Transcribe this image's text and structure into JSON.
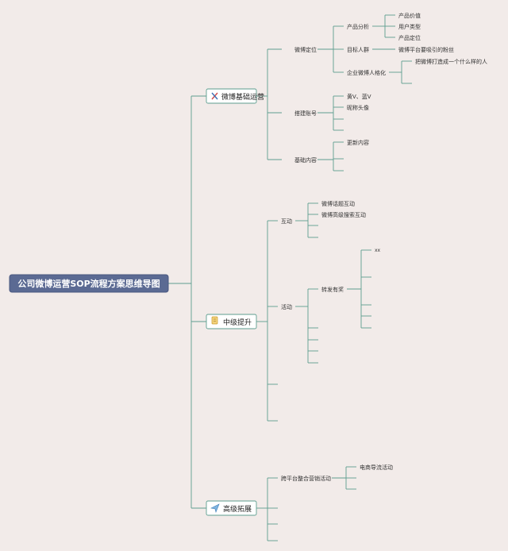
{
  "title": "公司微博运营SOP流程方案思维导图",
  "colors": {
    "background": "#f2ebe9",
    "root_fill": "#5b6a93",
    "branch_line": "#5d9e8f",
    "node_border": "#5d9e8f"
  },
  "branches": [
    {
      "label": "微博基础运营",
      "icon": "tools-icon",
      "children": [
        {
          "label": "微博定位",
          "children": [
            {
              "label": "产品分析",
              "children": [
                "产品价值",
                "用户类型",
                "产品定位"
              ]
            },
            {
              "label": "目标人群",
              "children": [
                "微博平台要吸引的粉丝"
              ]
            },
            {
              "label": "企业微博人格化",
              "children": [
                "把微博打造成一个什么样的人",
                ""
              ]
            }
          ]
        },
        {
          "label": "搭建账号",
          "children": [
            "黄V、蓝V",
            "昵称头像",
            "",
            ""
          ]
        },
        {
          "label": "基础内容",
          "children": [
            "更新内容",
            "",
            ""
          ]
        }
      ]
    },
    {
      "label": "中级提升",
      "icon": "note-icon",
      "children": [
        {
          "label": "互动",
          "children": [
            "微博话题互动",
            "微博高级搜索互动",
            "",
            ""
          ]
        },
        {
          "label": "活动",
          "children": [
            {
              "label": "转发有奖",
              "children": [
                "xx",
                "",
                "",
                "",
                ""
              ]
            },
            "",
            "",
            "",
            ""
          ]
        },
        "",
        ""
      ]
    },
    {
      "label": "高级拓展",
      "icon": "send-icon",
      "children": [
        {
          "label": "跨平台整合营销活动",
          "children": [
            "电商导流活动",
            "",
            ""
          ]
        },
        "",
        "",
        ""
      ]
    }
  ]
}
